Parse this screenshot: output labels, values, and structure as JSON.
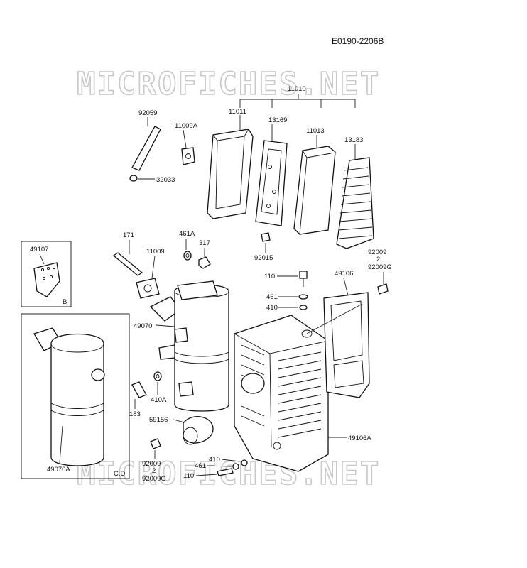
{
  "header": {
    "code": "E0190-2206B"
  },
  "watermark": {
    "top": "MICROFICHES.NET",
    "bottom": "MICROFICHES.NET"
  },
  "labels": {
    "p11010": "11010",
    "p11011": "11011",
    "p13169": "13169",
    "p11013": "11013",
    "p13183": "13183",
    "p92059": "92059",
    "p11009A": "11009A",
    "p32033": "32033",
    "p92015": "92015",
    "p171": "171",
    "p461A": "461A",
    "p11009": "11009",
    "p317": "317",
    "p92009_top": "92009",
    "p92009_tilde": "2",
    "p92009G_top": "92009G",
    "p110_top": "110",
    "p49106": "49106",
    "p461_top": "461",
    "p410_top": "410",
    "p49070": "49070",
    "p183": "183",
    "p410A": "410A",
    "p59156": "59156",
    "p49106A": "49106A",
    "p410_bot": "410",
    "p461_bot": "461",
    "p110_bot": "110",
    "p92009_bot": "92009",
    "p92009_bot_tilde": "2",
    "p92009G_bot": "92009G",
    "p49107": "49107",
    "p49070A": "49070A"
  },
  "insets": {
    "box_b": "B",
    "box_cd": "C.D"
  }
}
